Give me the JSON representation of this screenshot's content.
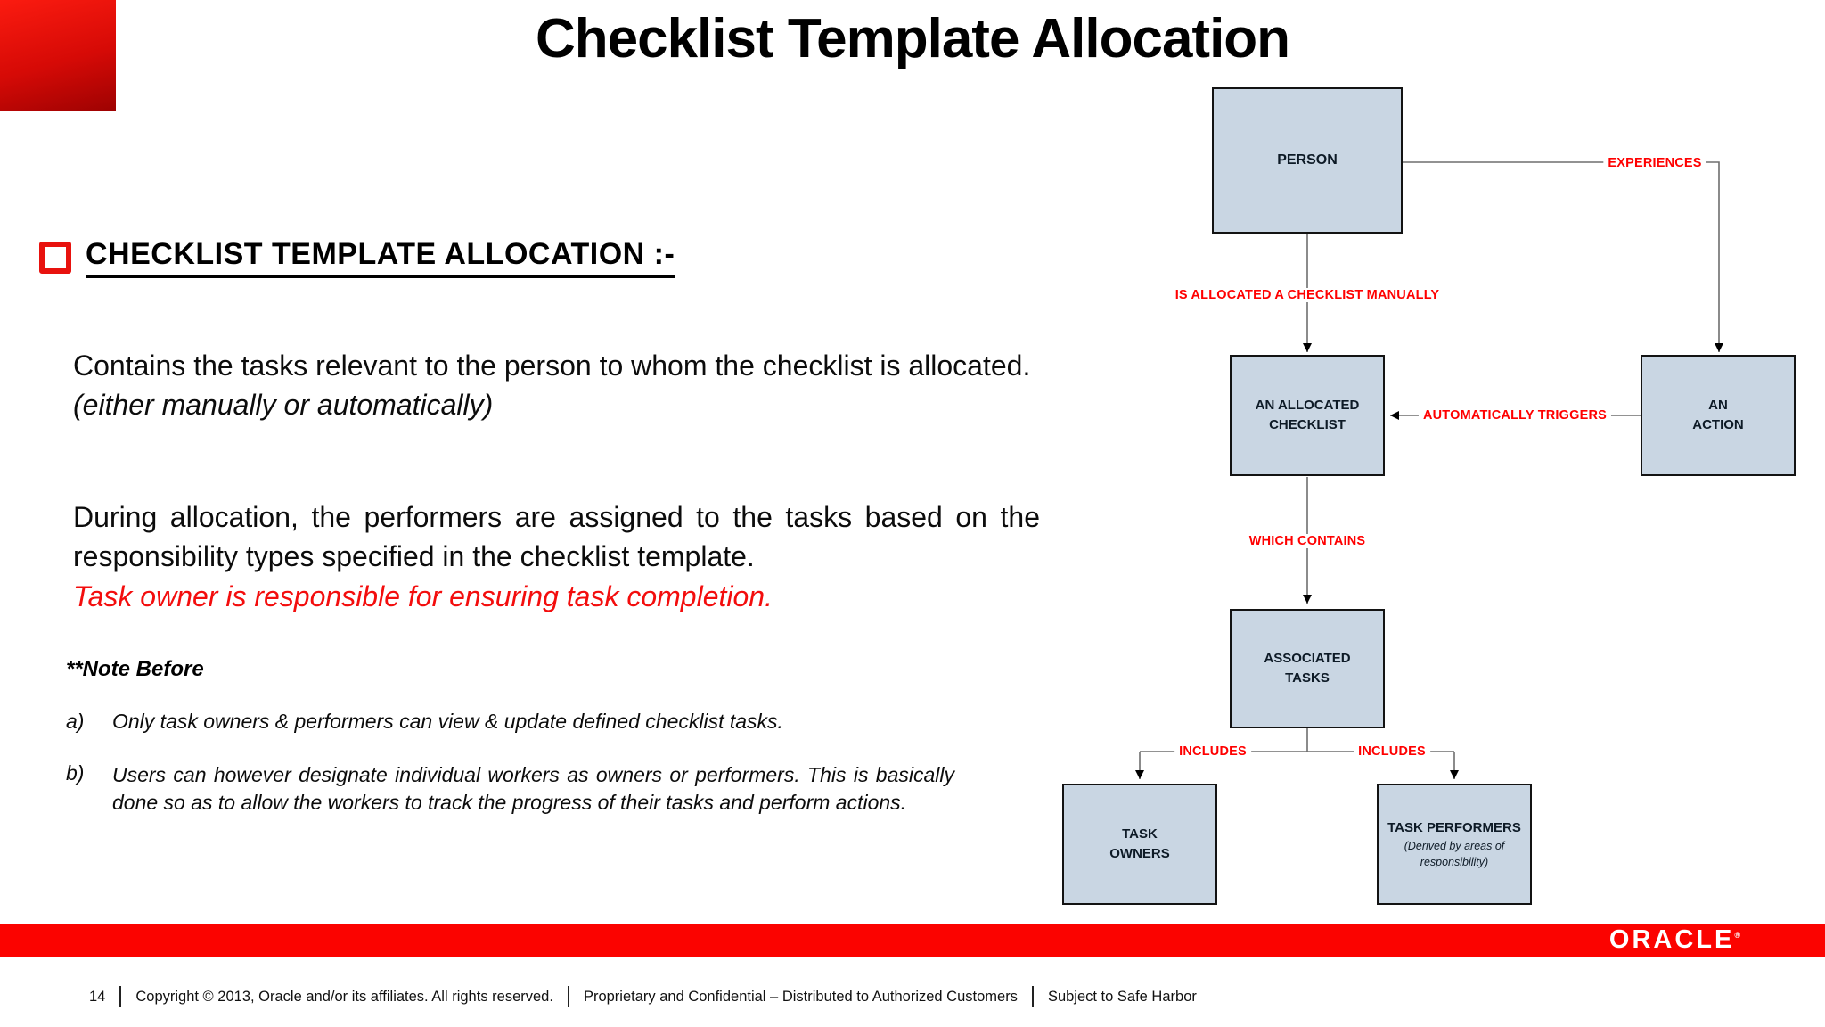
{
  "slide": {
    "title": "Checklist Template Allocation",
    "heading": "CHECKLIST TEMPLATE ALLOCATION :-",
    "body": {
      "para1": "Contains the tasks relevant to the person to whom the checklist is allocated.",
      "para1_italic": "(either manually or automatically)",
      "para2": "During allocation, the performers are assigned to the tasks based on the responsibility types specified in the checklist template.",
      "para2_highlight": "Task owner is responsible for ensuring task completion.",
      "note_heading": "**Note Before",
      "notes": [
        {
          "marker": "a)",
          "text": "Only task owners & performers can view & update defined checklist tasks."
        },
        {
          "marker": "b)",
          "text": "Users can however designate individual workers as owners or performers. This is basically done so as to allow the workers to track the progress of their tasks and perform actions."
        }
      ]
    }
  },
  "diagram": {
    "boxes": {
      "person": [
        "PERSON"
      ],
      "allocated_checklist": [
        "AN ALLOCATED",
        "CHECKLIST"
      ],
      "action": [
        "AN",
        "ACTION"
      ],
      "associated_tasks": [
        "ASSOCIATED",
        "TASKS"
      ],
      "task_owners": [
        "TASK",
        "OWNERS"
      ],
      "task_performers": [
        "TASK PERFORMERS"
      ],
      "task_performers_sub": [
        "(Derived by areas of",
        "responsibility)"
      ]
    },
    "edge_labels": {
      "experiences": "EXPERIENCES",
      "is_allocated": "IS ALLOCATED A CHECKLIST MANUALLY",
      "auto_triggers": "AUTOMATICALLY TRIGGERS",
      "which_contains": "WHICH CONTAINS",
      "includes_left": "INCLUDES",
      "includes_right": "INCLUDES"
    }
  },
  "footer": {
    "page_number": "14",
    "copyright": "Copyright © 2013, Oracle and/or its affiliates. All rights reserved.",
    "confidential": "Proprietary and Confidential – Distributed to Authorized Customers",
    "safe_harbor": "Subject to Safe Harbor",
    "brand": "ORACLE",
    "brand_mark": "®"
  },
  "colors": {
    "accent_red": "#ff0000",
    "box_fill": "#c9d6e3",
    "box_border": "#131313",
    "bar_red": "#fb0300",
    "connector_gray": "#6e6e6e",
    "corner_gradient_top": "#fb1b10",
    "corner_gradient_bottom": "#9e0202"
  }
}
